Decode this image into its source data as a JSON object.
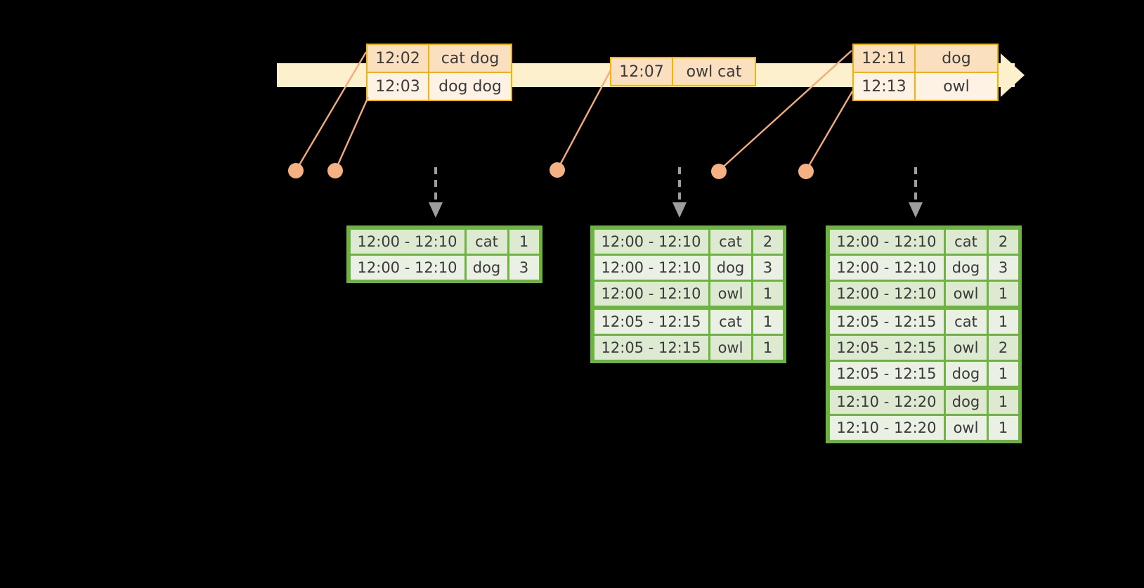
{
  "timeline": {
    "name": "event-stream-timeline",
    "direction": "left-to-right",
    "band_color": "#fdf1cd",
    "border_color": "#f5b301"
  },
  "events": [
    {
      "group": "events-group-1",
      "rows": [
        {
          "time": "12:02",
          "words": "cat dog"
        },
        {
          "time": "12:03",
          "words": "dog dog"
        }
      ]
    },
    {
      "group": "events-group-2",
      "rows": [
        {
          "time": "12:07",
          "words": "owl cat"
        }
      ]
    },
    {
      "group": "events-group-3",
      "rows": [
        {
          "time": "12:11",
          "words": "dog"
        },
        {
          "time": "12:13",
          "words": "owl"
        }
      ]
    }
  ],
  "tables": [
    {
      "name": "results-table-1",
      "rows": [
        {
          "window": "12:00 - 12:10",
          "key": "cat",
          "count": "1",
          "shade": "a"
        },
        {
          "window": "12:00 - 12:10",
          "key": "dog",
          "count": "3",
          "shade": "b"
        }
      ]
    },
    {
      "name": "results-table-2",
      "rows": [
        {
          "window": "12:00 - 12:10",
          "key": "cat",
          "count": "2",
          "shade": "a"
        },
        {
          "window": "12:00 - 12:10",
          "key": "dog",
          "count": "3",
          "shade": "b"
        },
        {
          "window": "12:00 - 12:10",
          "key": "owl",
          "count": "1",
          "shade": "a"
        },
        {
          "window": "12:05 - 12:15",
          "key": "cat",
          "count": "1",
          "shade": "b",
          "sep": true
        },
        {
          "window": "12:05 - 12:15",
          "key": "owl",
          "count": "1",
          "shade": "a"
        }
      ]
    },
    {
      "name": "results-table-3",
      "rows": [
        {
          "window": "12:00 - 12:10",
          "key": "cat",
          "count": "2",
          "shade": "a"
        },
        {
          "window": "12:00 - 12:10",
          "key": "dog",
          "count": "3",
          "shade": "b"
        },
        {
          "window": "12:00 - 12:10",
          "key": "owl",
          "count": "1",
          "shade": "a"
        },
        {
          "window": "12:05 - 12:15",
          "key": "cat",
          "count": "1",
          "shade": "b",
          "sep": true
        },
        {
          "window": "12:05 - 12:15",
          "key": "owl",
          "count": "2",
          "shade": "a"
        },
        {
          "window": "12:05 - 12:15",
          "key": "dog",
          "count": "1",
          "shade": "b"
        },
        {
          "window": "12:10 - 12:20",
          "key": "dog",
          "count": "1",
          "shade": "a",
          "sep": true
        },
        {
          "window": "12:10 - 12:20",
          "key": "owl",
          "count": "1",
          "shade": "b"
        }
      ]
    }
  ],
  "colors": {
    "background": "#000000",
    "timeline_fill": "#fdf1cd",
    "event_border": "#f5b301",
    "event_fill_dark": "#fbe0c0",
    "event_fill_light": "#fdf2e4",
    "connector": "#f3ab7a",
    "dot": "#f6b183",
    "table_border": "#6cb33f",
    "table_fill_dark": "#dde9d0",
    "table_fill_light": "#eaf0e4",
    "arrow_gray": "#9e9e9e"
  }
}
